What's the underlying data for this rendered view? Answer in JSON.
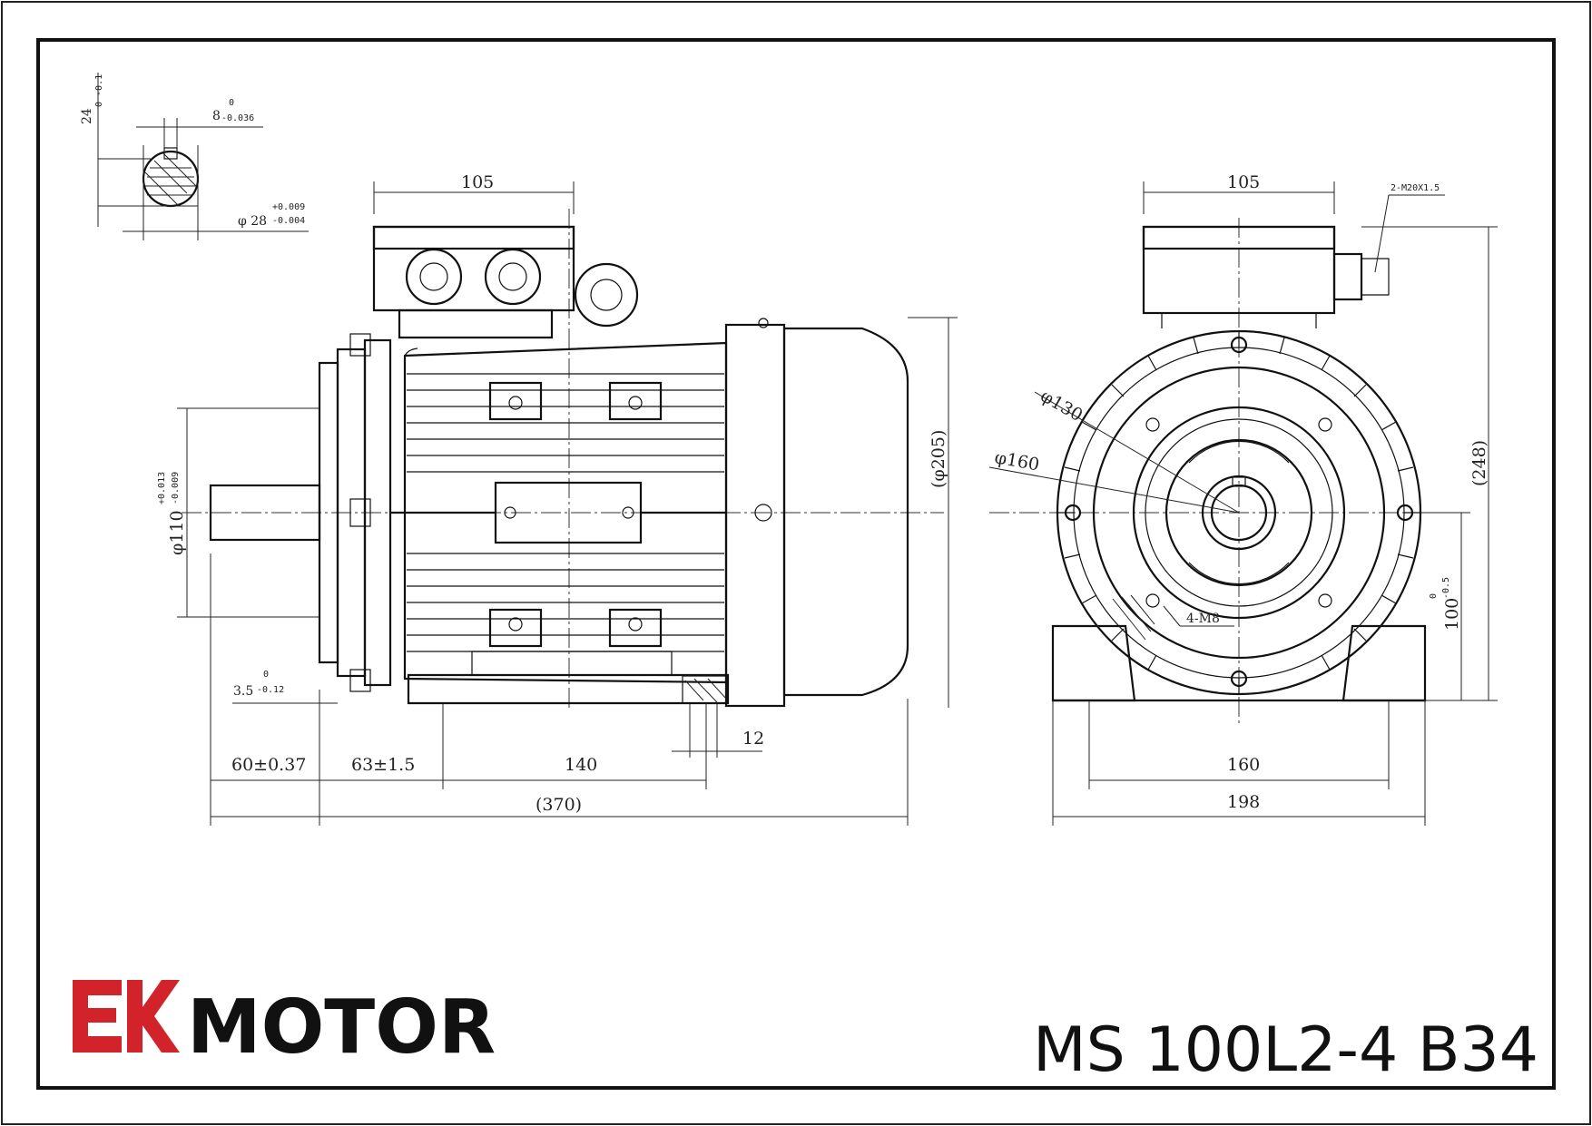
{
  "brand": {
    "logo_text": "EK",
    "name": "MOTOR",
    "logo_color": "#d2232a"
  },
  "model": "MS 100L2-4 B34",
  "shaft_detail": {
    "keyway_height": "24",
    "keyway_height_tol": "0\n-0.1",
    "key_width": "8",
    "key_width_tol_upper": "0",
    "key_width_tol_lower": "-0.036",
    "shaft_dia": "φ 28",
    "shaft_dia_tol_upper": "+0.009",
    "shaft_dia_tol_lower": "-0.004"
  },
  "side_view": {
    "terminal_box_width": "105",
    "flange_dia": "φ110",
    "flange_dia_tol_upper": "+0.013",
    "flange_dia_tol_lower": "-0.009",
    "overall_height": "(φ205)",
    "spigot": "3.5",
    "spigot_tol_upper": "0",
    "spigot_tol_lower": "-0.12",
    "shaft_len": "60±0.37",
    "shaft_to_foot": "63±1.5",
    "foot_spacing": "140",
    "foot_hole": "12",
    "overall_length": "(370)"
  },
  "front_view": {
    "terminal_box_width": "105",
    "gland": "2-M20X1.5",
    "pcd_inner": "φ130",
    "pcd_outer": "φ160",
    "bolt_holes": "4-M8",
    "overall_height": "(248)",
    "shaft_height": "100",
    "shaft_height_tol_upper": "0",
    "shaft_height_tol_lower": "-0.5",
    "foot_span": "160",
    "base_width": "198"
  }
}
